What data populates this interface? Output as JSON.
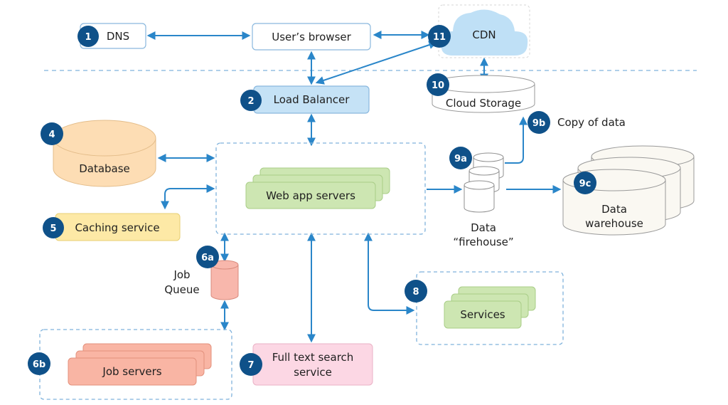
{
  "colors": {
    "badge": "#0f5189",
    "arrow": "#2a86c9",
    "load_balancer_fill": "#c5e2f6",
    "database_fill": "#fdddb4",
    "caching_fill": "#fde9a6",
    "server_fill": "#cde6b2",
    "job_queue_fill": "#f8b7ac",
    "job_server_fill": "#f9b5a4",
    "search_fill": "#fcd7e4",
    "cdn_fill": "#bfe0f6"
  },
  "nodes": {
    "dns": {
      "badge": "1",
      "label": "DNS"
    },
    "browser": {
      "label": "User’s browser"
    },
    "cdn": {
      "badge": "11",
      "label": "CDN"
    },
    "load_balancer": {
      "badge": "2",
      "label": "Load Balancer"
    },
    "cloud_storage": {
      "badge": "10",
      "label": "Cloud Storage"
    },
    "copy_of_data": {
      "badge": "9b",
      "label": "Copy of data"
    },
    "database": {
      "badge": "4",
      "label": "Database"
    },
    "web_app_servers": {
      "label": "Web app servers"
    },
    "firehose": {
      "badge": "9a",
      "label_line1": "Data",
      "label_line2": "“firehouse”"
    },
    "data_warehouse": {
      "badge": "9c",
      "label_line1": "Data",
      "label_line2": "warehouse"
    },
    "caching_service": {
      "badge": "5",
      "label": "Caching service"
    },
    "job_queue": {
      "badge": "6a",
      "label_line1": "Job",
      "label_line2": "Queue"
    },
    "services": {
      "badge": "8",
      "label": "Services"
    },
    "job_servers": {
      "badge": "6b",
      "label": "Job servers"
    },
    "full_text_search": {
      "badge": "7",
      "label_line1": "Full text search",
      "label_line2": "service"
    }
  }
}
